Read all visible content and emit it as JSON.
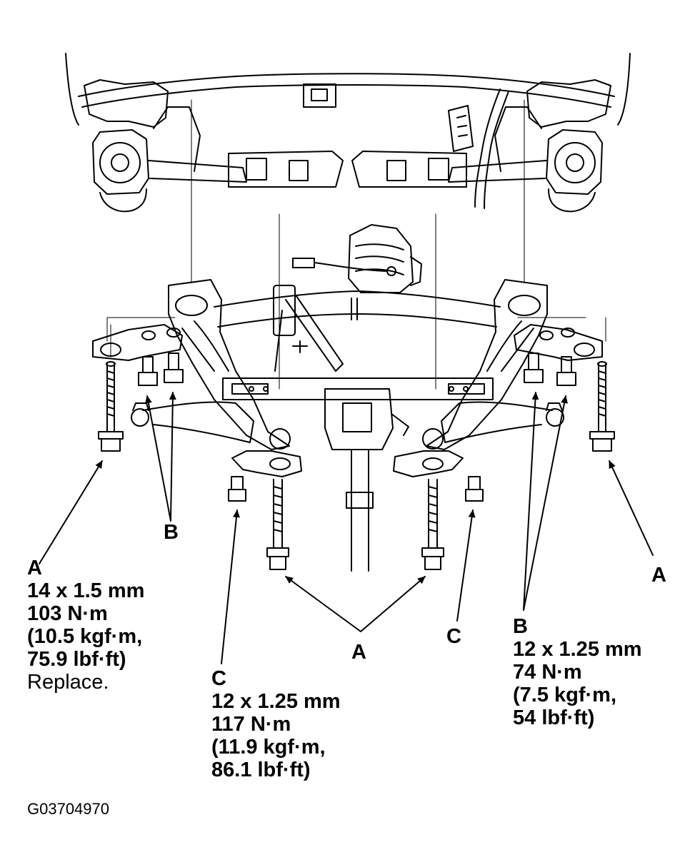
{
  "figure_id": "G03704970",
  "labels": {
    "A": {
      "letter": "A",
      "size": "14 x 1.5 mm",
      "torque_nm": "103 N·m",
      "torque_kgf": "(10.5 kgf·m,",
      "torque_lbf": "75.9 lbf·ft)",
      "note": "Replace."
    },
    "B": {
      "letter": "B",
      "size": "12 x 1.25 mm",
      "torque_nm": "74 N·m",
      "torque_kgf": "(7.5 kgf·m,",
      "torque_lbf": "54 lbf·ft)"
    },
    "C": {
      "letter": "C",
      "size": "12 x 1.25 mm",
      "torque_nm": "117 N·m",
      "torque_kgf": "(11.9 kgf·m,",
      "torque_lbf": "86.1 lbf·ft)"
    }
  },
  "tags": {
    "b_left": "B",
    "a_right": "A",
    "a_center": "A",
    "c_right": "C"
  }
}
